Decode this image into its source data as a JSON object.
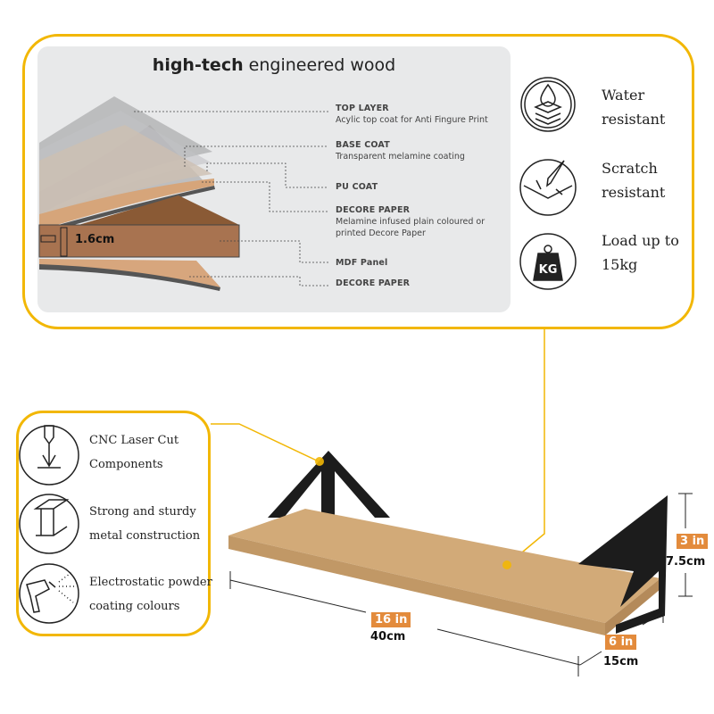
{
  "top_panel": {
    "title_bold": "high-tech",
    "title_rest": " engineered wood",
    "thickness": "1.6cm",
    "layers": [
      {
        "name": "TOP LAYER",
        "desc": "Acylic top coat for Anti Fingure Print"
      },
      {
        "name": "BASE COAT",
        "desc": "Transparent melamine coating"
      },
      {
        "name": "PU COAT",
        "desc": ""
      },
      {
        "name": "DECORE PAPER",
        "desc": "Melamine infused plain coloured or",
        "desc2": "printed Decore Paper"
      },
      {
        "name": "MDF Panel",
        "desc": ""
      },
      {
        "name": "DECORE PAPER",
        "desc": ""
      }
    ]
  },
  "wood_features": [
    {
      "icon": "water-drop-layers-icon",
      "line1": "Water",
      "line2": "resistant"
    },
    {
      "icon": "scratch-knife-icon",
      "line1": "Scratch",
      "line2": "resistant"
    },
    {
      "icon": "kg-weight-icon",
      "line1": "Load up to",
      "line2": "15kg",
      "icon_text": "KG"
    }
  ],
  "metal_features": [
    {
      "icon": "cnc-laser-icon",
      "line1": "CNC Laser Cut",
      "line2": "Components"
    },
    {
      "icon": "i-beam-icon",
      "line1": "Strong and sturdy",
      "line2": "metal construction"
    },
    {
      "icon": "spray-gun-icon",
      "line1": "Electrostatic powder",
      "line2": "coating colours"
    }
  ],
  "dimensions": {
    "length_in": "16 in",
    "length_cm": "40cm",
    "depth_in": "6 in",
    "depth_cm": "15cm",
    "height_in": "3 in",
    "height_cm": "7.5cm"
  },
  "colors": {
    "accent": "#F2B705",
    "dim_badge": "#E38B3C",
    "panel": "#E8E9EA"
  }
}
